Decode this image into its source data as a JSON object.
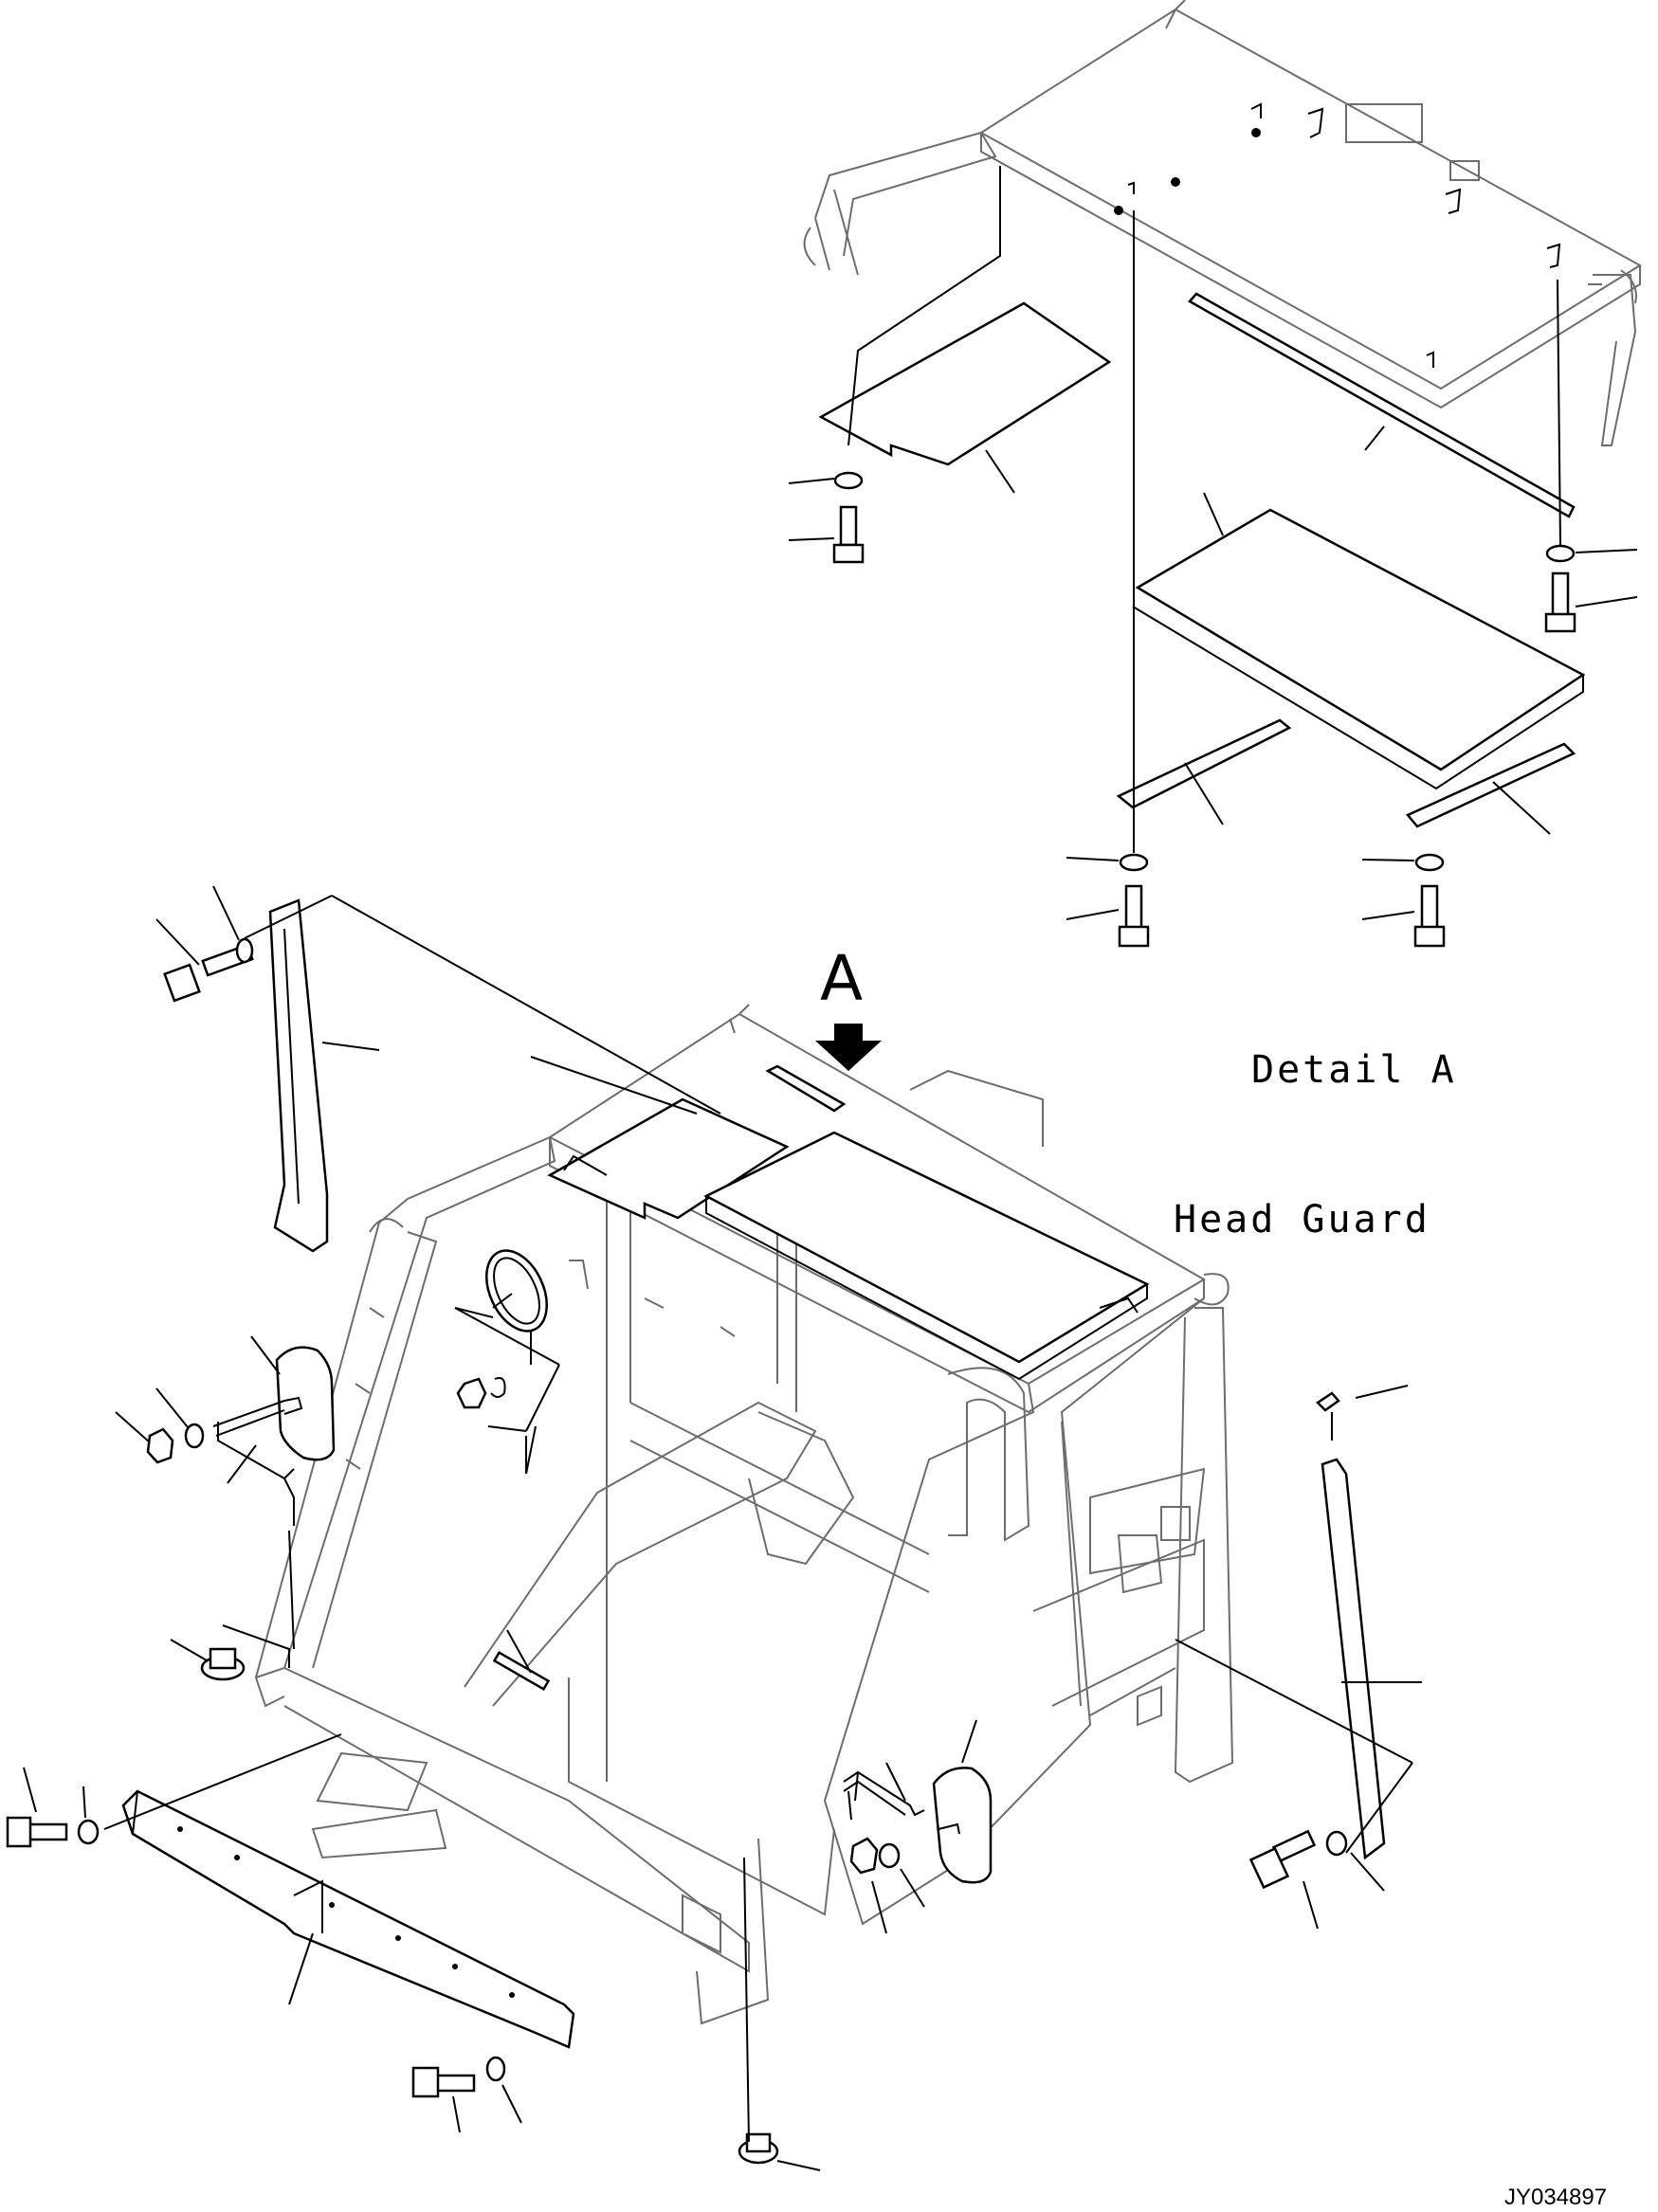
{
  "labels": {
    "arrow_letter": "A",
    "detail": "Detail A",
    "assembly": "Head Guard",
    "drawing_id": "JY034897"
  }
}
